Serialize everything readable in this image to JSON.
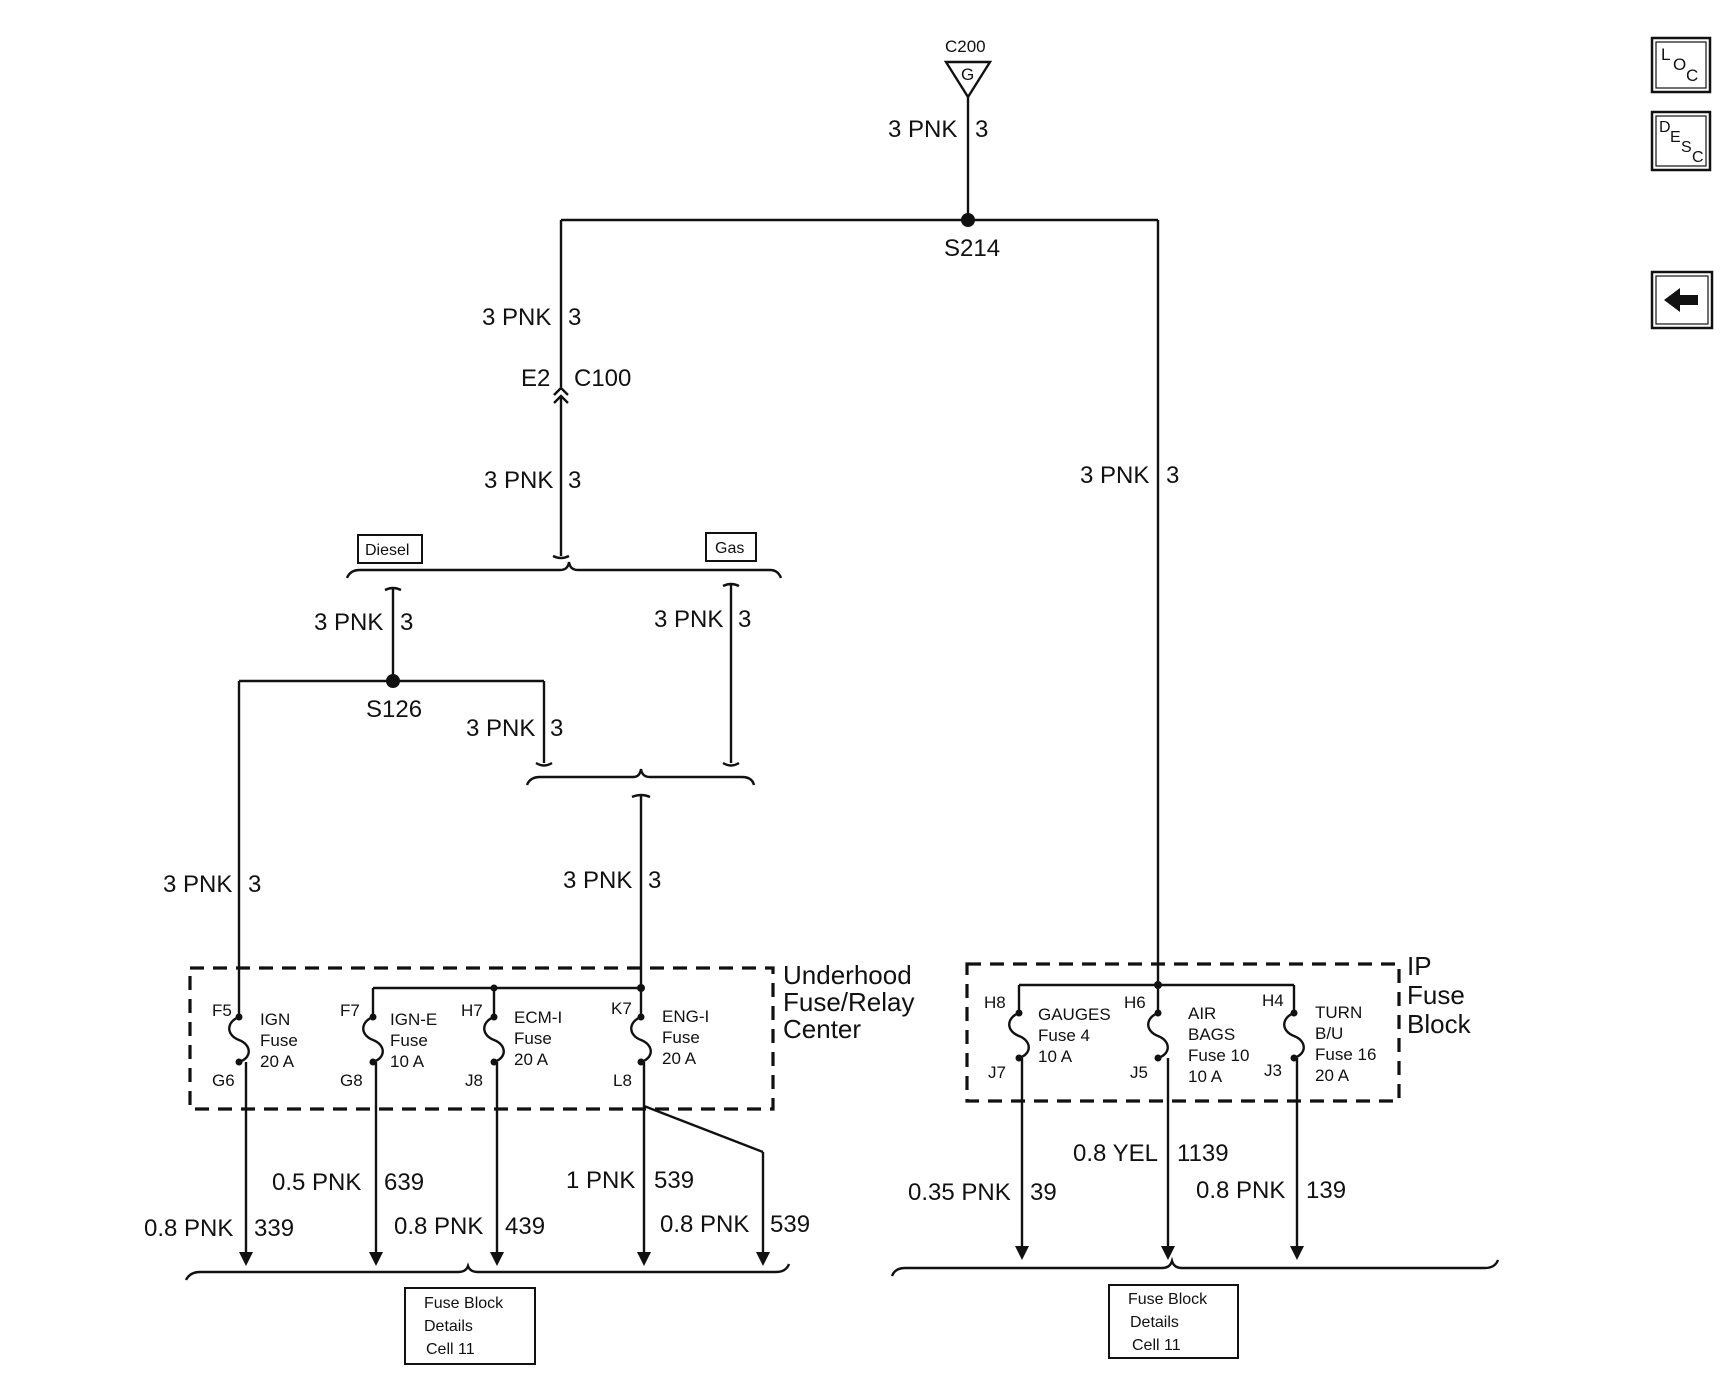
{
  "colors": {
    "ink": "#111111",
    "paper": "#ffffff"
  },
  "ground": {
    "connector": "C200",
    "symbol": "G"
  },
  "splices": {
    "top": "S214",
    "mid": "S126"
  },
  "connector_c100": {
    "pin": "E2",
    "name": "C100"
  },
  "options": {
    "diesel": "Diesel",
    "gas": "Gas"
  },
  "wire_3pnk": {
    "size_color": "3 PNK",
    "circuit": "3"
  },
  "underhood": {
    "title_line1": "Underhood",
    "title_line2": "Fuse/Relay",
    "title_line3": "Center",
    "fuses": [
      {
        "in": "F5",
        "out": "G6",
        "line1": "IGN",
        "line2": "Fuse",
        "line3": "20 A"
      },
      {
        "in": "F7",
        "out": "G8",
        "line1": "IGN-E",
        "line2": "Fuse",
        "line3": "10 A"
      },
      {
        "in": "H7",
        "out": "J8",
        "line1": "ECM-I",
        "line2": "Fuse",
        "line3": "20 A"
      },
      {
        "in": "K7",
        "out": "L8",
        "line1": "ENG-I",
        "line2": "Fuse",
        "line3": "20 A"
      }
    ],
    "outputs": [
      {
        "wire": "0.8 PNK",
        "circuit": "339"
      },
      {
        "wire": "0.5 PNK",
        "circuit": "639"
      },
      {
        "wire": "0.8 PNK",
        "circuit": "439"
      },
      {
        "wire": "1 PNK",
        "circuit": "539"
      },
      {
        "wire": "0.8 PNK",
        "circuit": "539"
      }
    ]
  },
  "ip_block": {
    "title_line1": "IP",
    "title_line2": "Fuse",
    "title_line3": "Block",
    "fuses": [
      {
        "in": "H8",
        "out": "J7",
        "line1": "GAUGES",
        "line2": "Fuse 4",
        "line3": "10 A",
        "line4": ""
      },
      {
        "in": "H6",
        "out": "J5",
        "line1": "AIR",
        "line2": "BAGS",
        "line3": "Fuse 10",
        "line4": "10 A"
      },
      {
        "in": "H4",
        "out": "J3",
        "line1": "TURN",
        "line2": "B/U",
        "line3": "Fuse 16",
        "line4": "20 A"
      }
    ],
    "outputs": [
      {
        "wire": "0.35 PNK",
        "circuit": "39"
      },
      {
        "wire": "0.8 YEL",
        "circuit": "1139"
      },
      {
        "wire": "0.8 PNK",
        "circuit": "139"
      }
    ]
  },
  "ref_box": {
    "line1": "Fuse Block",
    "line2": "Details",
    "line3": "Cell 11"
  },
  "side_buttons": {
    "loc": {
      "l": "L",
      "o": "O",
      "c": "C"
    },
    "desc": {
      "d": "D",
      "e": "E",
      "s": "S",
      "c": "C"
    },
    "back_icon": "left-arrow-icon"
  }
}
